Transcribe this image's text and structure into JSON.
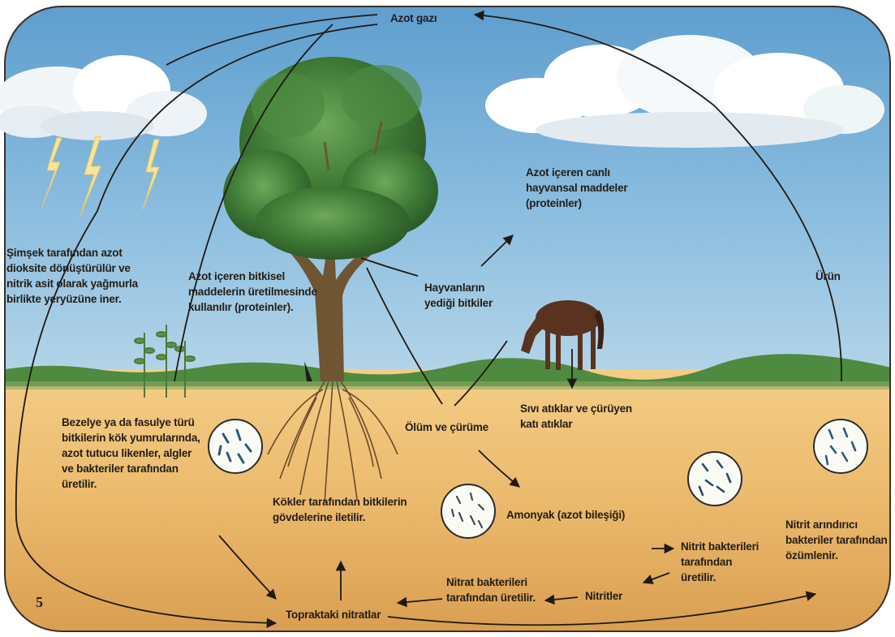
{
  "colors": {
    "sky_top": "#5f9fd0",
    "sky_bottom": "#a9cde6",
    "soil_top": "#f2c77e",
    "soil_bottom": "#d89e52",
    "grass": "#4e8a3f",
    "foliage": "#3f7a36",
    "trunk": "#6f5533",
    "horse": "#5a3320",
    "arrow": "#1f1a16",
    "bacteria": "#2e5a7a"
  },
  "labels": {
    "azot_gazi": "Azot gazı",
    "simsek": "Şimşek tarafından azot\ndioksite dönüştürülür ve\nnitrik asit olarak yağmurla\nbirlikte yeryüzüne iner.",
    "bitkisel": "Azot içeren bitkisel\nmaddelerin üretilmesinde\nkullanılır (proteinler).",
    "hayvansal": "Azot içeren canlı\nhayvansal maddeler\n(proteinler)",
    "hayvanlarin_yedigi": "Hayvanların\nyediği bitkiler",
    "urun": "Ürün",
    "bezelye": "Bezelye ya da fasulye türü\nbitkilerin kök yumrularında,\nazot tutucu likenler, algler\nve bakteriler tarafından\nüretilir.",
    "sivi_atiklar": "Sıvı atıklar ve çürüyen\nkatı atıklar",
    "olum": "Ölüm ve çürüme",
    "kokler": "Kökler tarafından bitkilerin\ngövdelerine iletilir.",
    "amonyak": "Amonyak (azot bileşiği)",
    "nitrit_bakterileri": "Nitrit bakterileri\ntarafından\nüretilir.",
    "nitrit_arindirici": "Nitrit arındırıcı\nbakteriler tarafından\nözümlenir.",
    "nitrat_bakterileri": "Nitrat bakterileri\ntarafından üretilir.",
    "nitritler": "Nitritler",
    "topraktaki_nitratlar": "Topraktaki nitratlar",
    "page_mark": "5"
  }
}
